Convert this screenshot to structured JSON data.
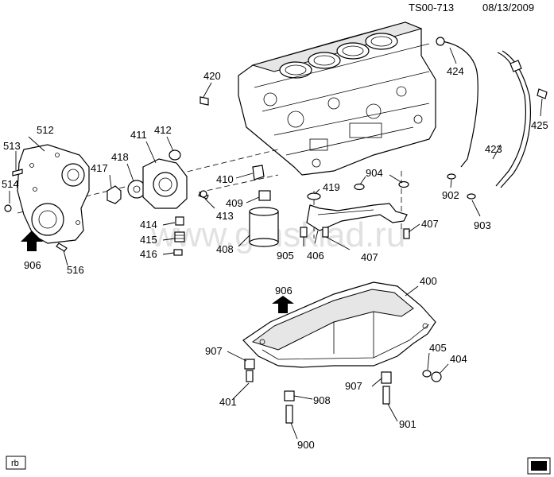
{
  "header": {
    "code": "TS00-713",
    "date": "08/13/2009"
  },
  "watermark": "www.gmsklad.ru",
  "corner_tag": "rb",
  "callouts": {
    "c400": "400",
    "c401": "401",
    "c404": "404",
    "c405": "405",
    "c406": "406",
    "c407a": "407",
    "c407b": "407",
    "c408": "408",
    "c409": "409",
    "c410": "410",
    "c411": "411",
    "c412": "412",
    "c413": "413",
    "c414": "414",
    "c415": "415",
    "c416": "416",
    "c417": "417",
    "c418": "418",
    "c419": "419",
    "c420": "420",
    "c423": "423",
    "c424": "424",
    "c425": "425",
    "c512": "512",
    "c513": "513",
    "c514": "514",
    "c516": "516",
    "c900": "900",
    "c901": "901",
    "c902": "902",
    "c903": "903",
    "c904": "904",
    "c905": "905",
    "c906a": "906",
    "c906b": "906",
    "c907a": "907",
    "c907b": "907",
    "c908": "908"
  }
}
